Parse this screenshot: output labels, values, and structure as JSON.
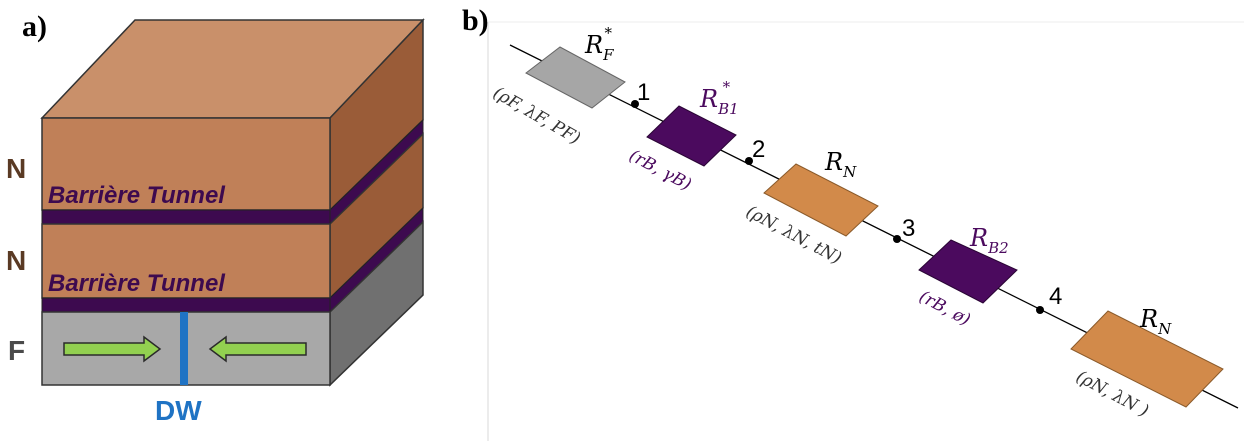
{
  "panel_a": {
    "label": "a)",
    "layers": {
      "top_n": "N",
      "middle_n": "N",
      "ferro": "F"
    },
    "barrier_labels": [
      "Barrière Tunnel",
      "Barrière Tunnel"
    ],
    "domain_wall_label": "DW",
    "colors": {
      "copper_front": "#c08058",
      "copper_top": "#c9906a",
      "copper_side": "#9a5c38",
      "barrier": "#3d0a4f",
      "ferro_front": "#a8a8a8",
      "ferro_side": "#707070",
      "arrow_fill": "#92d050",
      "domain_wall": "#1f73c4"
    }
  },
  "panel_b": {
    "label": "b)",
    "nodes": [
      "1",
      "2",
      "3",
      "4"
    ],
    "resistors": [
      {
        "name": "R",
        "sub": "F",
        "sup": "*",
        "params": "(ρF, λF, PF)",
        "color": "#a6a6a6"
      },
      {
        "name": "R",
        "sub": "B1",
        "sup": "*",
        "params": "(rB, γB)",
        "color": "#4b0a5e"
      },
      {
        "name": "R",
        "sub": "N",
        "sup": "",
        "params": "(ρN, λN, tN)",
        "color": "#d28a4a"
      },
      {
        "name": "R",
        "sub": "B2",
        "sup": "",
        "params": "(rB, ø)",
        "color": "#4b0a5e"
      },
      {
        "name": "R",
        "sub": "N",
        "sup": "",
        "params": "(ρN, λN )",
        "color": "#d28a4a"
      }
    ]
  }
}
